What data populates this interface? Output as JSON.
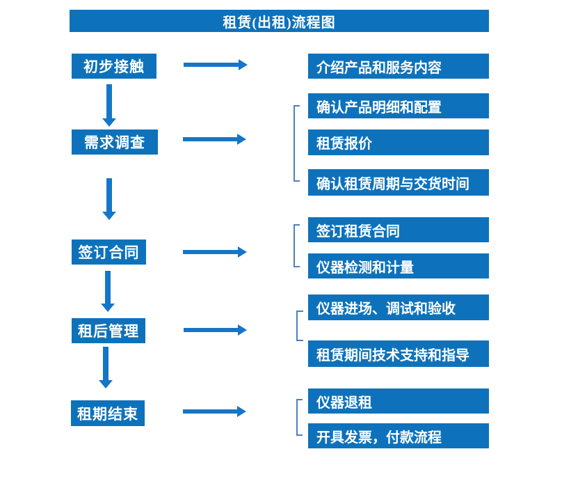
{
  "title": "租赁(出租)流程图",
  "colors": {
    "box_blue": "#0D72BB",
    "arrow_blue": "#1576C8",
    "bracket_blue": "#4C80C0",
    "text_white": "#FFFFFF",
    "background": "#FFFFFF"
  },
  "flow": {
    "steps": [
      {
        "label": "初步接触"
      },
      {
        "label": "需求调查"
      },
      {
        "label": "签订合同"
      },
      {
        "label": "租后管理"
      },
      {
        "label": "租期结束"
      }
    ],
    "details": [
      {
        "label": "介绍产品和服务内容"
      },
      {
        "label": "确认产品明细和配置"
      },
      {
        "label": "租赁报价"
      },
      {
        "label": "确认租赁周期与交货时间"
      },
      {
        "label": "签订租赁合同"
      },
      {
        "label": "仪器检测和计量"
      },
      {
        "label": "仪器进场、调试和验收"
      },
      {
        "label": "租赁期间技术支持和指导"
      },
      {
        "label": "仪器退租"
      },
      {
        "label": "开具发票，付款流程"
      }
    ]
  }
}
